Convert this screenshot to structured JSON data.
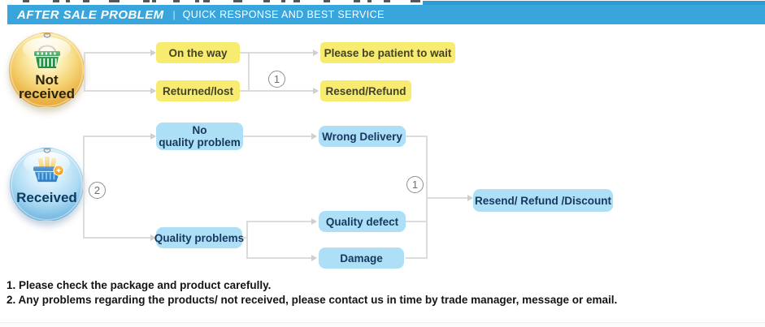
{
  "colors": {
    "header-bg": "#39a5dd",
    "yellow-box": "#f7ec6f",
    "blue-box": "#ade0f6",
    "line": "#dcdcdc"
  },
  "header": {
    "title": "AFTER SALE PROBLEM",
    "separator": "|",
    "subtitle": "QUICK RESPONSE AND BEST SERVICE"
  },
  "flow_not_received": {
    "source_line1": "Not",
    "source_line2": "received",
    "source_icon": "green-shopping-basket",
    "branch_number": "1",
    "nodes": {
      "on_the_way": "On the way",
      "returned_lost": "Returned/lost",
      "please_wait": "Please be patient to wait",
      "resend_refund": "Resend/Refund"
    }
  },
  "flow_received": {
    "source_label": "Received",
    "source_icon": "blue-shopping-basket-with-items",
    "branch_number_left": "2",
    "branch_number_right": "1",
    "nodes": {
      "no_quality_line1": "No",
      "no_quality_line2": "quality problem",
      "quality_problems": "Quality problems",
      "wrong_delivery": "Wrong Delivery",
      "quality_defect": "Quality defect",
      "damage": "Damage",
      "resolution": "Resend/ Refund /Discount"
    }
  },
  "notes": {
    "line1": "1. Please check the package and product carefully.",
    "line2": "2. Any problems regarding the products/ not received, please contact us in time by trade manager, message or email."
  }
}
